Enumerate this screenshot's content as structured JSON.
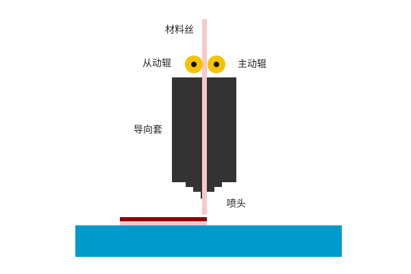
{
  "labels": {
    "filament": "材料丝",
    "driven_roller": "从动辊",
    "drive_roller": "主动辊",
    "guide_sleeve": "导向套",
    "nozzle": "喷头"
  },
  "colors": {
    "filament": "#f9c8c8",
    "roller_outer": "#f5c400",
    "roller_center": "#111111",
    "body": "#333333",
    "platform": "#0099cc",
    "deposit_top": "#8b0000",
    "deposit_bottom": "#f9c8c8",
    "text": "#222222"
  }
}
